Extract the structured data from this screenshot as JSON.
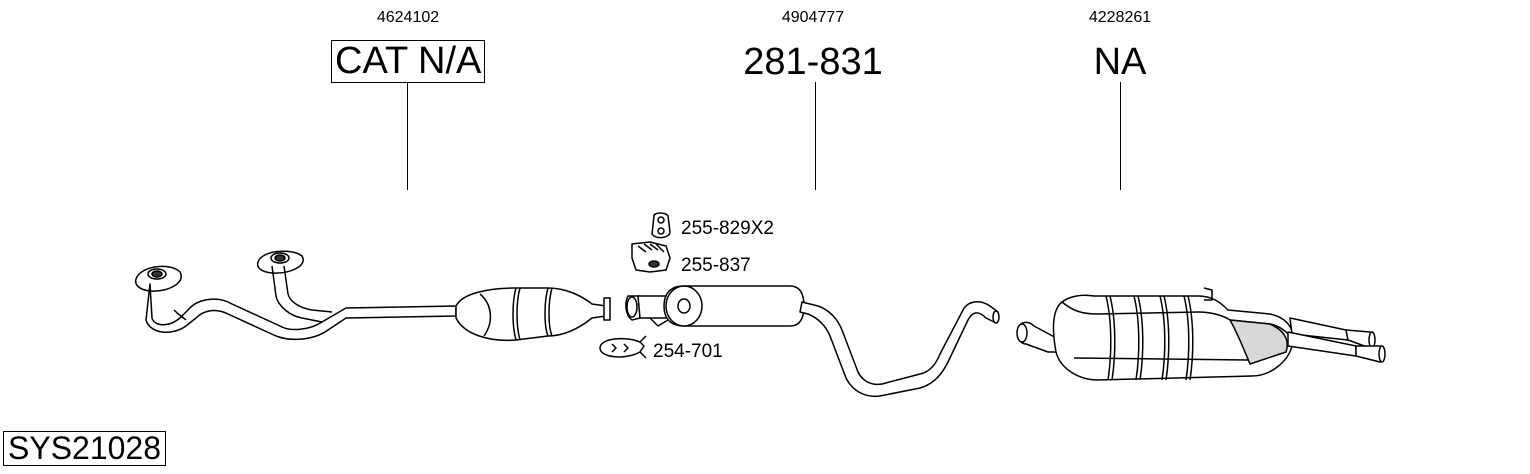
{
  "system_code": "SYS21028",
  "callouts": [
    {
      "oem_number": "4624102",
      "part_label": "CAT N/A",
      "boxed": true
    },
    {
      "oem_number": "4904777",
      "part_label": "281-831",
      "boxed": false
    },
    {
      "oem_number": "4228261",
      "part_label": "NA",
      "boxed": false
    }
  ],
  "accessories": [
    {
      "part": "255-829X2",
      "icon": "rubber-hanger-icon"
    },
    {
      "part": "255-837",
      "icon": "mounting-bracket-icon"
    },
    {
      "part": "254-701",
      "icon": "pipe-clamp-icon"
    }
  ],
  "colors": {
    "line": "#000000",
    "fill": "#ffffff",
    "shade": "#d8d8d8"
  }
}
